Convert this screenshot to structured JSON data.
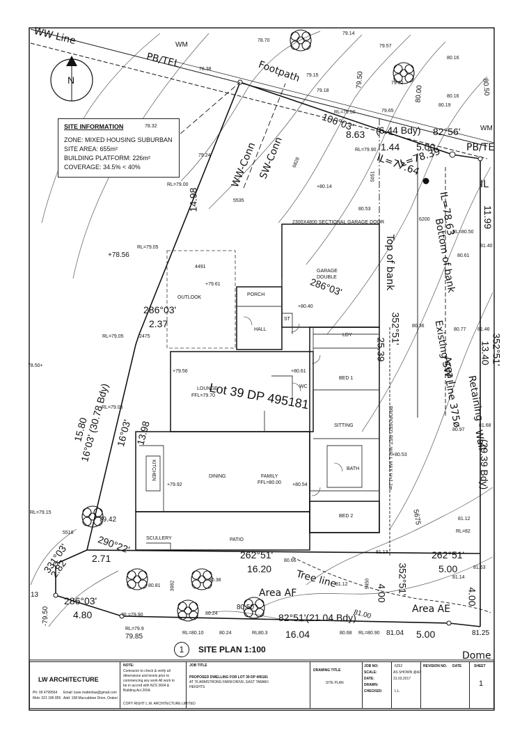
{
  "north_arrow": {
    "letter": "N"
  },
  "site_info": {
    "title": "SITE INFORMATION",
    "zone": "ZONE: MIXED HOUSING SUBURBAN",
    "area": "SITE AREA: 655m²",
    "platform": "BUILDING PLATFORM: 226m²",
    "coverage": "COVERAGE: 34.5% < 40%"
  },
  "boundary": {
    "b1": "106°03'",
    "b1d": "8.63",
    "b1note": "(6.44 Bdy)",
    "b2": "82°56'",
    "b2d1": "1.44",
    "b2d2": "5.00",
    "left1": "14.98",
    "left2": "286°03'",
    "left3": "2.37",
    "left4": "16°03' (30.78 Bdy)",
    "left5": "15.80",
    "left6": "16°03'",
    "left7": "13.98",
    "left8": "290°22'",
    "left9": "2.71",
    "left10": "331°03'",
    "left11": "2.82",
    "left12": "286°03'",
    "left13": "4.80",
    "bottom1": "82°51'(21.04 Bdy)",
    "bottom2": "16.04",
    "bottom3": "5.00",
    "mid1": "262°51'",
    "mid2": "16.20",
    "mid3": "262°51'",
    "mid4": "5.00",
    "right1": "11.99",
    "right2": "13.40",
    "right3": "(29.39 Bdy)",
    "right4": "352°51'",
    "r352": "352°51'",
    "r2539": "25.39",
    "r400": "4.00",
    "r400b": "4.00",
    "r35251b": "352°51'",
    "t28603": "286°03'"
  },
  "lot": {
    "label": "Lot 39 DP 495181"
  },
  "rooms": {
    "outlook": "OUTLOOK",
    "porch": "PORCH",
    "hall": "HALL",
    "garage": "GARAGE",
    "garage2": "DOUBLE",
    "lounge": "LOUNGE",
    "lounge_ffl": "FFL=79.70",
    "ldy": "LDY",
    "bed1": "BED 1",
    "sitting": "SITTING",
    "kitchen": "KITCHEN",
    "dining": "DINING",
    "family": "FAMILY",
    "family_ffl": "FFL=80.00",
    "bath": "BATH",
    "bed2": "BED 2",
    "scullery": "SCULLERY",
    "patio": "PATIO",
    "garage_door": "2300X4800 SECTIONAL GARAGE DOOR",
    "wc": "WC",
    "st": "ST"
  },
  "site_labels": {
    "ww_line": "WW Line",
    "pb_tel": "PB/TEL",
    "footpath": "Footpath",
    "ww_conn": "WW-Conn",
    "sw_conn": "SW-Conn",
    "top_bank": "Top of bank",
    "bottom_bank": "Bottom of bank",
    "existing_sw": "Existing SW Line 375ø",
    "area_i": "Area I",
    "retaining": "Retaining",
    "wall": "Wall",
    "prop_wall": "PROPOSED RET. WALL MAX H=1.1m",
    "tree_line": "Tree line",
    "area_af": "Area AF",
    "area_ae": "Area AE",
    "dome": "Dome",
    "wm": "WM",
    "il1": "IL=78.39",
    "il2": "IL=77.64",
    "il3": "IL=78.63",
    "pb_te": "PB/TE",
    "il4": "IL"
  },
  "levels": {
    "l1": "78.70",
    "l2": "79.57",
    "l3": "80.16",
    "l4": "78.38",
    "l5": "79.15",
    "l6": "79.50",
    "l7": "79.62",
    "l8": "80.00",
    "l9": "80.50",
    "l10": "79.18",
    "l11": "80.16",
    "l12": "RL=79.50",
    "l13": "79.65",
    "l14": "80.19",
    "l15": "RL=79.90",
    "l16": "78.32",
    "l17": "79.24",
    "l18": "+80.14",
    "l19": "5051",
    "l20": "RL=79.00",
    "l21": "80.53",
    "l22": "+78.56",
    "l23": "RL=79.05",
    "l24": "+79.61",
    "l25": "RL=80.50",
    "l26": "81.40",
    "l27": "80.61",
    "l28": "+80.40",
    "l29": "80.36",
    "l30": "80.77",
    "l31": "81.46",
    "l32": "RL=79.05",
    "l33": "2475",
    "l34": "78.50+",
    "l35": "+79.56",
    "l36": "+80.61",
    "l37": "RL=79.05",
    "l38": "80.97",
    "l39": "81.68",
    "l40": "+80.53",
    "l41": "+79.92",
    "l42": "+80.54",
    "l43": "RL=79.15",
    "l44": "79.42",
    "l45": "81.12",
    "l46": "RL=82",
    "l47": "81.13",
    "l48": "80.66",
    "l49": "81.63",
    "l50": "81.14",
    "l51": "80.38",
    "l52": "81.12",
    "l53": "5450",
    "l54": "80.81",
    "l55": "3982",
    "l56": "RL=79.90",
    "l57": "80.24",
    "l58": "80.50",
    "l59": "81.00",
    "l60": "79.85",
    "l61": "RL=79.9",
    "l62": "RL=80.10",
    "l63": "80.24",
    "l64": "RL80.3",
    "l65": "80.68",
    "l66": "RL=80.90",
    "l67": "81.04",
    "l68": "81.25",
    "l69": "-79.50",
    "l70": "13",
    "l71": "6828",
    "l72": "4491",
    "l73": "5518",
    "l74": "6200",
    "l75": "79.14",
    "l76": "5675",
    "l77": "5535"
  },
  "plan": {
    "num": "1",
    "title": "SITE PLAN 1:100"
  },
  "title_block": {
    "logo": "LW ARCHITECTURE",
    "ph": "Ph:   09 4799564",
    "mob": "Mob:  021 186 855",
    "email": "Email: luwe.mattenlaa@gmail.com",
    "addr": "Add:  108 Maccabbee Drive, Orakei",
    "note_h": "NOTE:",
    "note1": "Contractor to check & verify all",
    "note2": "dimensions and levels prior to",
    "note3": "commencing any work All work to",
    "note4": "be in accord with NZS 3604 &",
    "note5": "Building Act 2004.",
    "copy": "COPY RIGHT L.W. ARCHITECTURE LIMITED",
    "job_title_h": "JOB TITLE",
    "job1": "PROPOSED DWELLING FOR LOT 39 DP 495181",
    "job2": "AT 76 ARMSTRONG FARM DRIVE, EAST TAMAKI",
    "job3": "HEIGHTS",
    "dt_h": "DRAWING TITLE",
    "dt": "SITE PLAN",
    "job_no_h": "JOB NO:",
    "job_no": "6252",
    "scale_h": "SCALE:",
    "scale": "AS SHOWN @A3",
    "date_h": "DATE:",
    "date": "31.03.2017",
    "drawn_h": "DRAWN:",
    "drawn": "",
    "checked_h": "CHECKED:",
    "checked": "L.L.",
    "rev_h": "REVISION NO.",
    "rev_date_h": "DATE",
    "sheet_h": "SHEET",
    "sheet": "1"
  }
}
